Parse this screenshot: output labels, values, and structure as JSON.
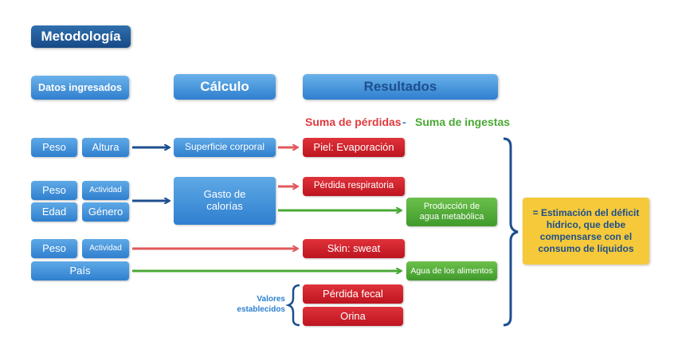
{
  "title": "Metodología",
  "headers": {
    "datos": "Datos ingresados",
    "calculo": "Cálculo",
    "resultados": "Resultados"
  },
  "legend": {
    "losses": "Suma de pérdidas",
    "minus": "-",
    "intakes": "Suma de ingestas"
  },
  "inputs": {
    "peso1": "Peso",
    "altura": "Altura",
    "peso2": "Peso",
    "actividad1": "Actividad",
    "edad": "Edad",
    "genero": "Género",
    "peso3": "Peso",
    "actividad2": "Actividad",
    "pais": "País"
  },
  "calc": {
    "superficie": "Superficie corporal",
    "gasto": "Gasto de calorías"
  },
  "results": {
    "piel": "Piel: Evaporación",
    "respiratoria": "Pérdida respiratoria",
    "produccion": "Producción de agua metabólica",
    "skin": "Skin: sweat",
    "agua": "Agua de los alimentos",
    "fecal": "Pérdida fecal",
    "orina": "Orina"
  },
  "valores": "Valores establecidos",
  "conclusion": "= Estimación del déficit hídrico, que debe compensarse con el consumo de líquidos",
  "colors": {
    "navy": "#1d4f8f",
    "blue": "#2f7fcf",
    "red": "#d8232a",
    "green": "#4aa834",
    "yellow": "#f5c93a",
    "loss_text": "#e03a3e",
    "intake_text": "#4aa834",
    "valores_text": "#2c7fcf"
  }
}
